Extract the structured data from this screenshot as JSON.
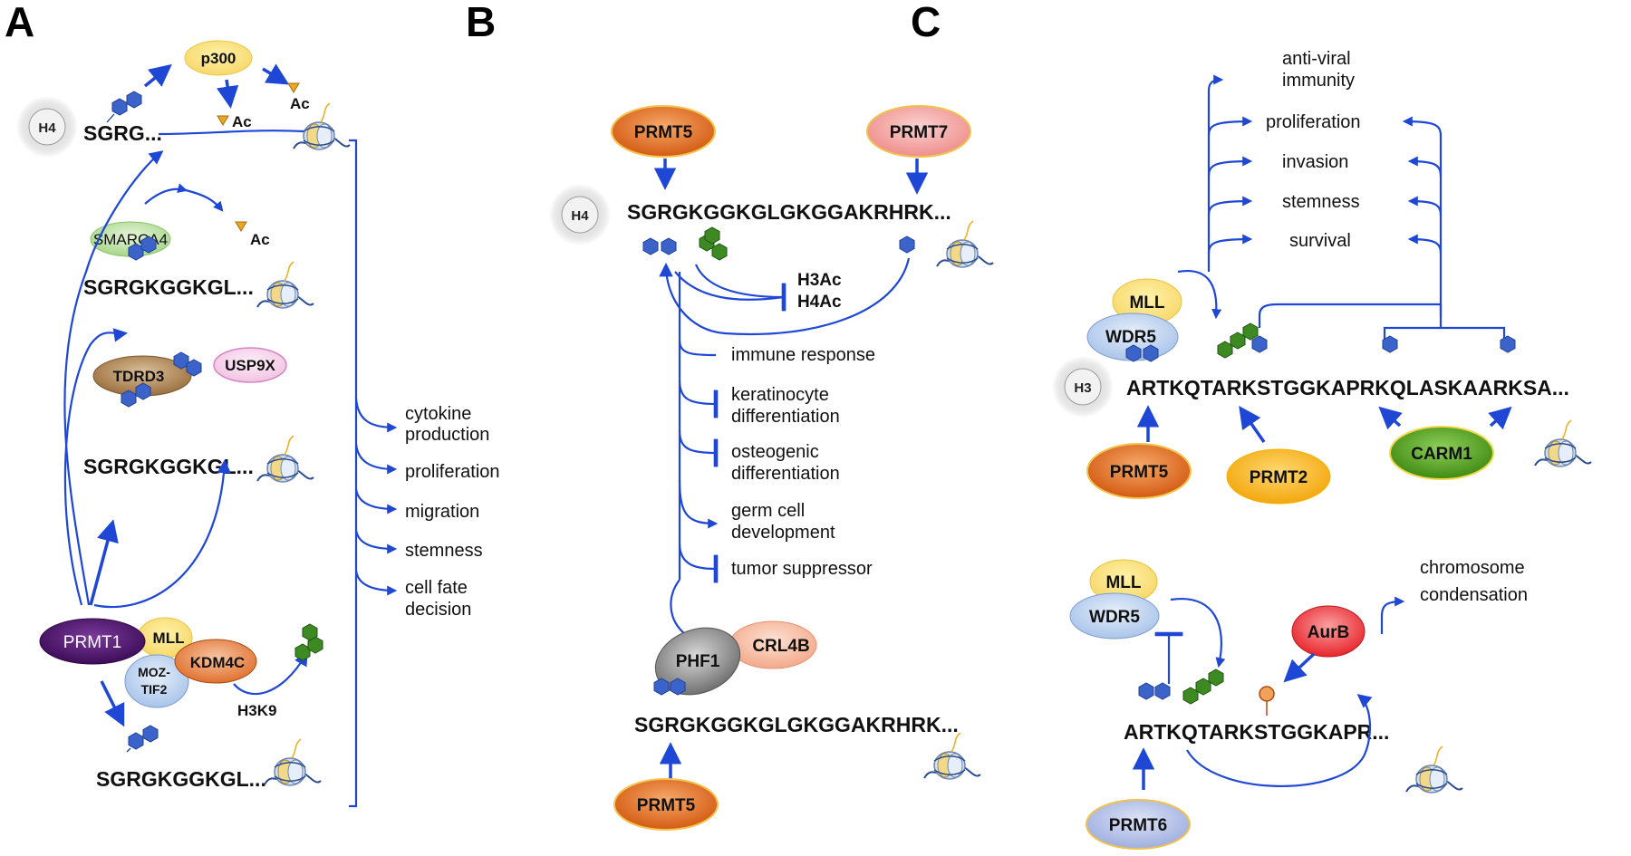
{
  "panels": {
    "a": "A",
    "b": "B",
    "c": "C"
  },
  "histones": {
    "h4_a": "H4",
    "h4_b": "H4",
    "h3_c": "H3"
  },
  "panel_a": {
    "seq_short": "SGRG...",
    "seq_1": "SGRGKGGKGL...",
    "seq_2": "SGRGKGGKGL...",
    "seq_3": "SGRGKGGKGL...",
    "ac_1": "Ac",
    "ac_2": "Ac",
    "ac_3": "Ac",
    "p300": "p300",
    "smarca4": "SMARCA4",
    "tdrd3": "TDRD3",
    "usp9x": "USP9X",
    "prmt1": "PRMT1",
    "mll": "MLL",
    "moz_1": "MOZ-",
    "moz_2": "TIF2",
    "kdm4c": "KDM4C",
    "h3k9": "H3K9",
    "outcomes": [
      [
        "cytokine",
        "production"
      ],
      [
        "proliferation"
      ],
      [
        "migration"
      ],
      [
        "stemness"
      ],
      [
        "cell fate",
        "decision"
      ]
    ]
  },
  "panel_b": {
    "seq_top": "SGRGKGGKGLGKGGAKRHRK...",
    "seq_bottom": "SGRGKGGKGLGKGGAKRHRK...",
    "prmt5_top": "PRMT5",
    "prmt7": "PRMT7",
    "prmt5_bottom": "PRMT5",
    "phf1": "PHF1",
    "crl4b": "CRL4B",
    "h3ac": "H3Ac",
    "h4ac": "H4Ac",
    "outcomes": [
      [
        "immune response"
      ],
      [
        "keratinocyte",
        "differentiation"
      ],
      [
        "osteogenic",
        "differentiation"
      ],
      [
        "germ cell",
        "development"
      ],
      [
        "tumor suppressor"
      ]
    ]
  },
  "panel_c": {
    "seq_top": "ARTKQTARKSTGGKAPRKQLASKAARKSA...",
    "seq_bottom": "ARTKQTARKSTGGKAPR...",
    "mll_top": "MLL",
    "wdr5_top": "WDR5",
    "prmt5": "PRMT5",
    "prmt2": "PRMT2",
    "carm1": "CARM1",
    "mll_bottom": "MLL",
    "wdr5_bottom": "WDR5",
    "aurb": "AurB",
    "prmt6": "PRMT6",
    "chromosome_1": "chromosome",
    "chromosome_2": "condensation",
    "outcomes": [
      [
        "anti-viral",
        "immunity"
      ],
      [
        "proliferation"
      ],
      [
        "invasion"
      ],
      [
        "stemness"
      ],
      [
        "survival"
      ]
    ]
  },
  "colors": {
    "arrow": "#1f47d6",
    "methyl": "#3b63c9",
    "acetyl_dimethyl": "#2f7a1f",
    "prmt5": "#e36d1f",
    "prmt7": "#f39a9a",
    "prmt1": "#4b1268",
    "carm1": "#4f9a1c",
    "prmt2": "#f8b820",
    "aurb": "#ee2d34",
    "yellow_enzyme": "#fbe88a",
    "wdr5": "#bcd4ef",
    "smarca4": "#b5dd9a",
    "tdrd3": "#b08555",
    "usp9x": "#f4c7e6",
    "kdm4c": "#e9874a",
    "prmt6": "#b4c0e6",
    "crl4b": "#f6b59b",
    "phf1": "#8c8c8c"
  }
}
